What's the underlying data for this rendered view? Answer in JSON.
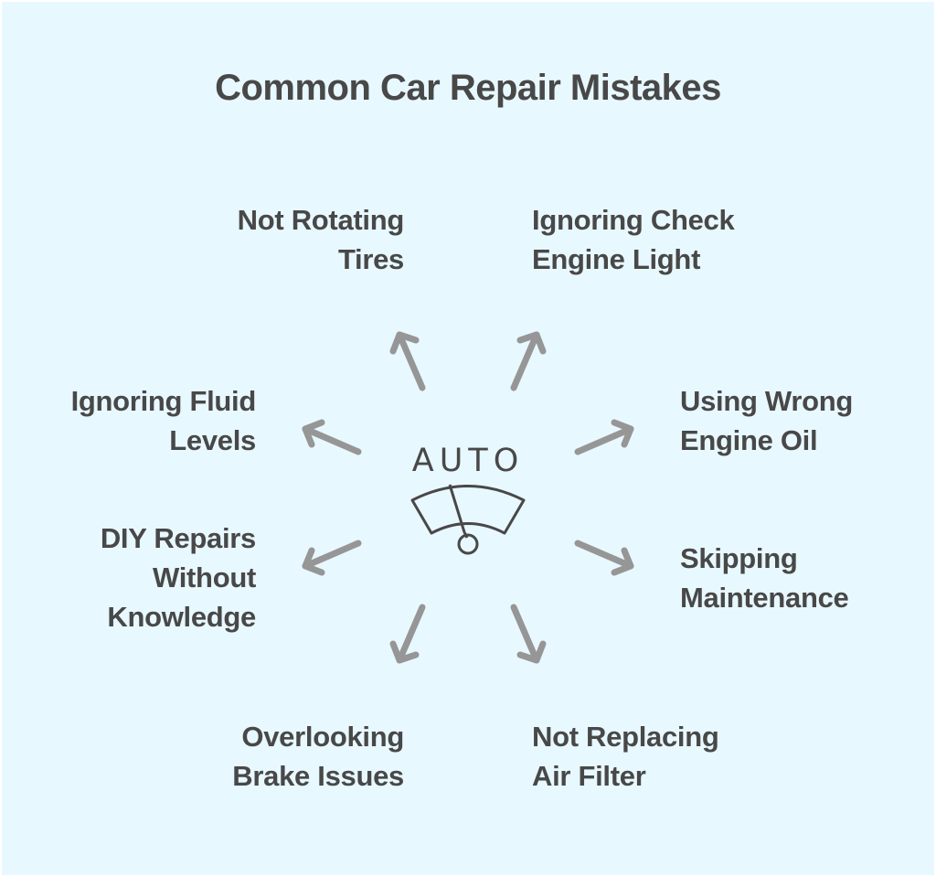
{
  "title": "Common Car Repair Mistakes",
  "center_icon": {
    "name": "auto-wiper-icon",
    "text": "AUTO"
  },
  "colors": {
    "background": "#e8f8ff",
    "text": "#484848",
    "arrow": "#969696",
    "icon_stroke": "#484848"
  },
  "items": [
    {
      "label": "Not Rotating\nTires"
    },
    {
      "label": "Ignoring Check\nEngine Light"
    },
    {
      "label": "Ignoring Fluid\nLevels"
    },
    {
      "label": "Using Wrong\nEngine Oil"
    },
    {
      "label": "DIY Repairs\nWithout\nKnowledge"
    },
    {
      "label": "Skipping\nMaintenance"
    },
    {
      "label": "Overlooking\nBrake Issues"
    },
    {
      "label": "Not Replacing\nAir Filter"
    }
  ]
}
